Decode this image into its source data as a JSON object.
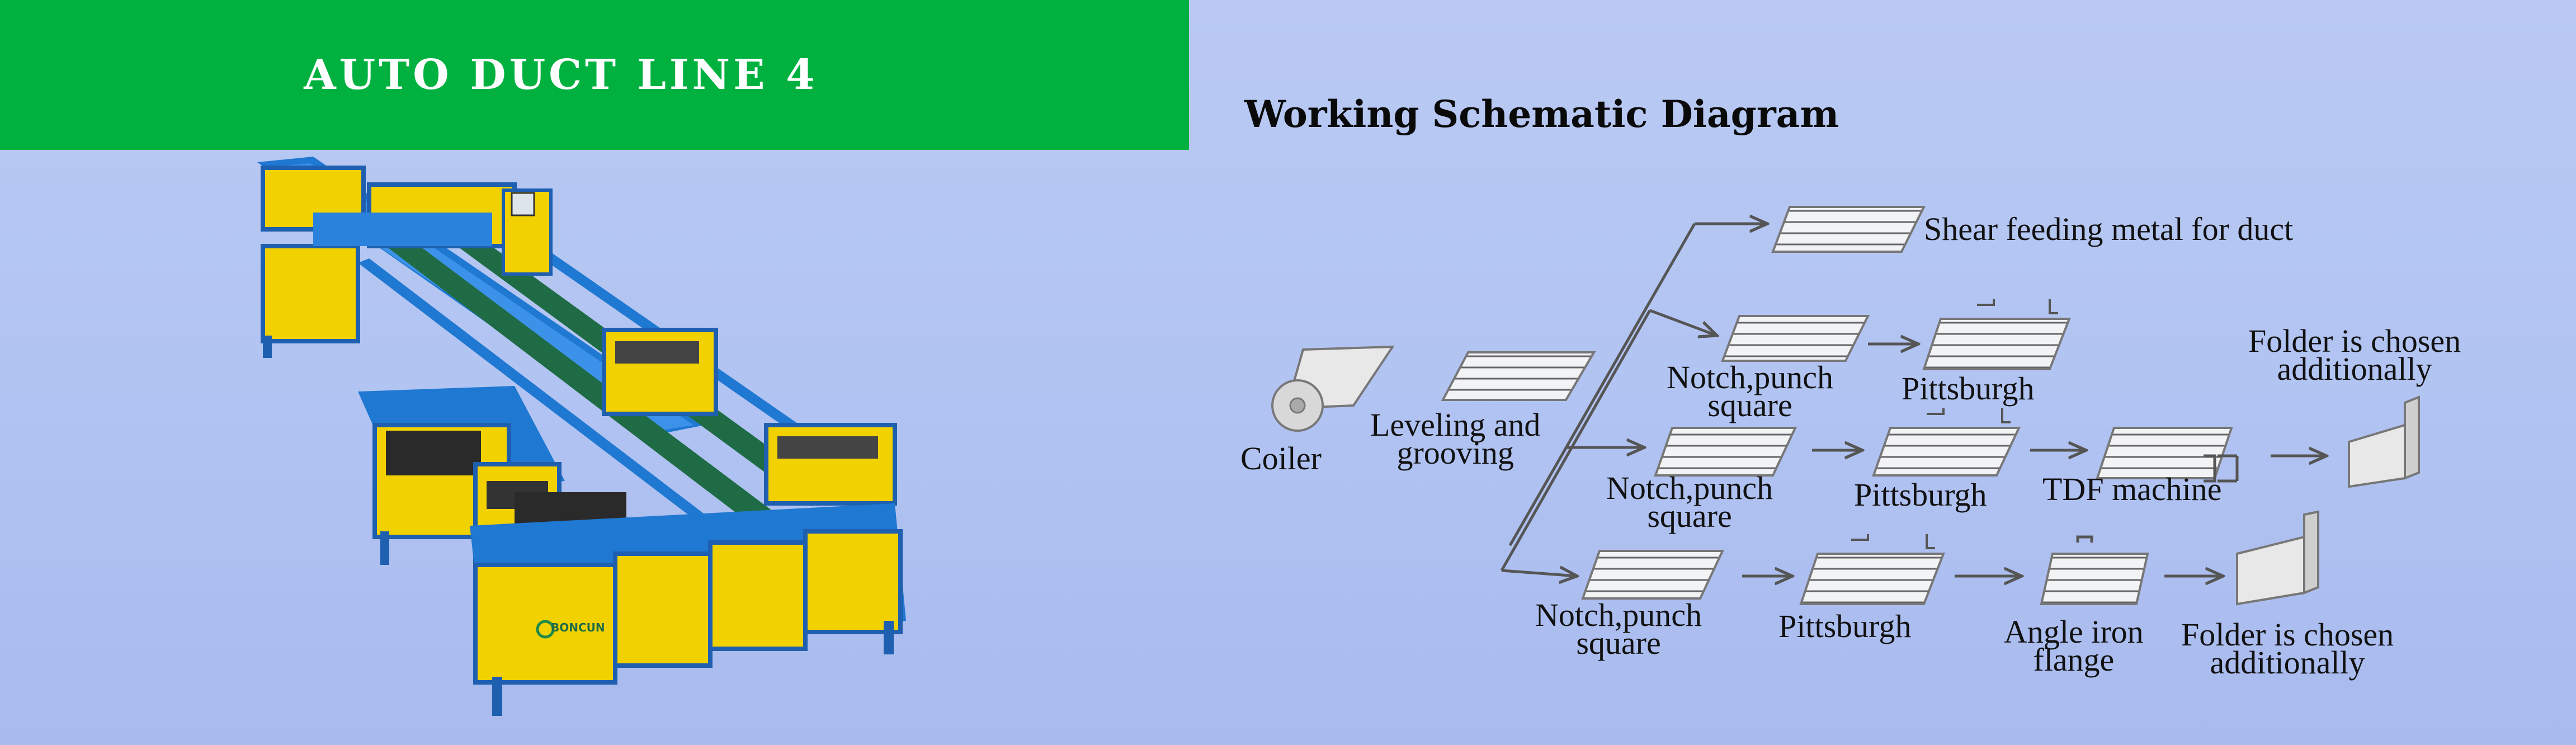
{
  "banner": {
    "title": "AUTO DUCT LINE 4",
    "color": "#00b140"
  },
  "machine": {
    "brand_mark": "BONCUN"
  },
  "schematic": {
    "title": "Working Schematic Diagram",
    "coiler": "Coiler",
    "leveling": {
      "line1": "Leveling and",
      "line2": "grooving"
    },
    "shear": "Shear feeding metal for duct",
    "row1": {
      "notch": {
        "line1": "Notch,punch",
        "line2": "square"
      },
      "pittsburgh": "Pittsburgh",
      "folder": {
        "line1": "Folder is chosen",
        "line2": "additionally"
      }
    },
    "row2": {
      "notch": {
        "line1": "Notch,punch",
        "line2": "square"
      },
      "pittsburgh": "Pittsburgh",
      "tdf": "TDF machine"
    },
    "row3": {
      "notch": {
        "line1": "Notch,punch",
        "line2": "square"
      },
      "pittsburgh": "Pittsburgh",
      "angle": {
        "line1": "Angle iron",
        "line2": "flange"
      },
      "folder": {
        "line1": "Folder is chosen",
        "line2": "additionally"
      }
    }
  }
}
